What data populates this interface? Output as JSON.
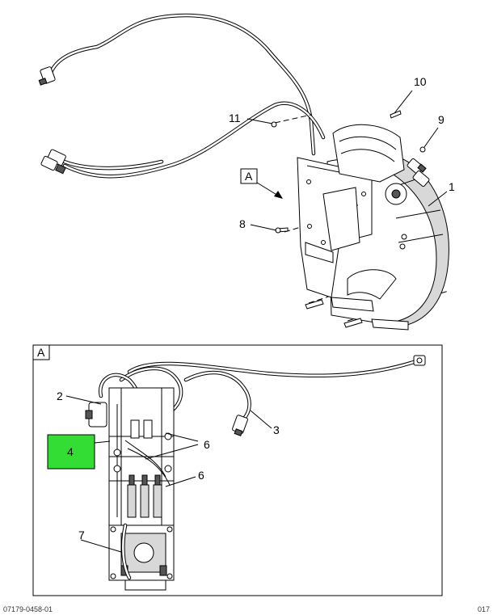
{
  "upper_view": {
    "callouts": {
      "c1": "1",
      "c8": "8",
      "c9": "9",
      "c10": "10",
      "c11": "11"
    },
    "view_ref": "A"
  },
  "detail_view": {
    "title": "A",
    "callouts": {
      "c2": "2",
      "c3": "3",
      "c4": "4",
      "c6a": "6",
      "c6b": "6",
      "c7": "7"
    },
    "highlight_color": "#33dd33"
  },
  "footer": {
    "left": "07179-0458-01",
    "right": "017"
  }
}
